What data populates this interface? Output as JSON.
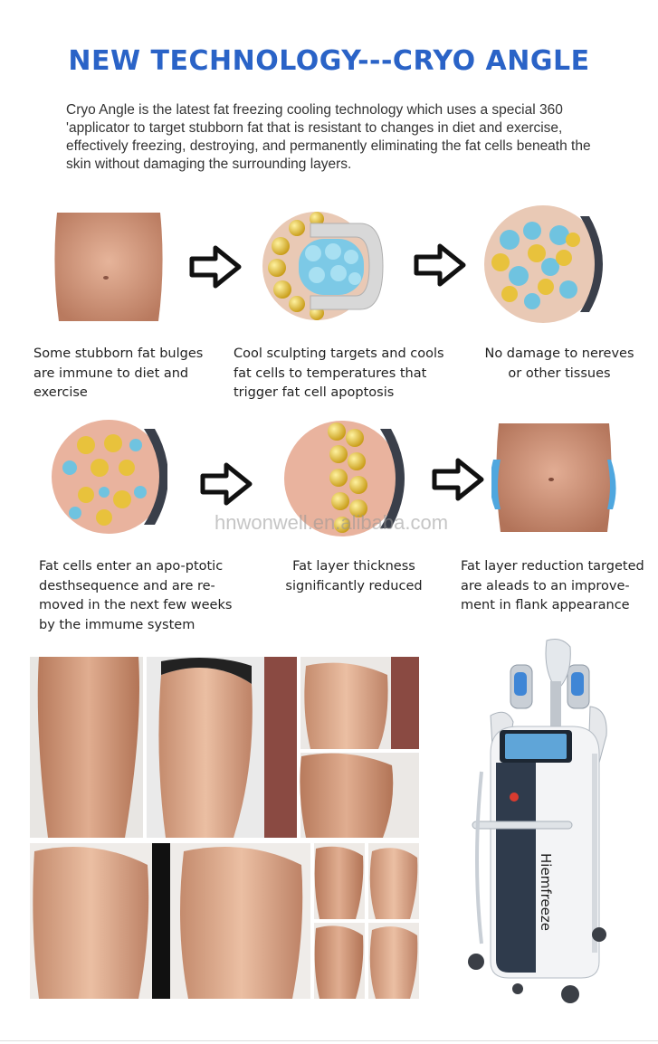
{
  "title": "NEW TECHNOLOGY---CRYO ANGLE",
  "intro": "Cryo Angle is the latest fat freezing cooling technology which uses a special 360 'applicator to target stubborn fat that is resistant to changes in diet and exercise, effectively freezing, destroying, and permanently eliminating the fat cells beneath the skin without damaging the surrounding layers.",
  "steps": [
    {
      "caption_lines": [
        "Some stubborn fat bulges",
        "are immune to diet and",
        "exercise"
      ]
    },
    {
      "caption_lines": [
        "Cool sculpting targets and cools",
        "fat cells  to temperatures that",
        "trigger fat cell apoptosis"
      ]
    },
    {
      "caption_lines": [
        "No damage to nereves",
        "or other tissues"
      ]
    },
    {
      "caption_lines": [
        "Fat cells enter an apo-ptotic",
        "desthsequence and are re-",
        "moved in the next few weeks",
        "by the immume system"
      ]
    },
    {
      "caption_lines": [
        "Fat layer thickness",
        "significantly reduced"
      ]
    },
    {
      "caption_lines": [
        "Fat layer reduction targeted",
        "are aleads to an improve-",
        "ment in flank appearance"
      ]
    }
  ],
  "watermark": "hnwonwell.en.alibaba.com",
  "device_label": "Hiemfreeze",
  "colors": {
    "title": "#2a63c7",
    "skin": "#d9a085",
    "fat": "#e8c23c",
    "ice": "#6fc3e0"
  }
}
